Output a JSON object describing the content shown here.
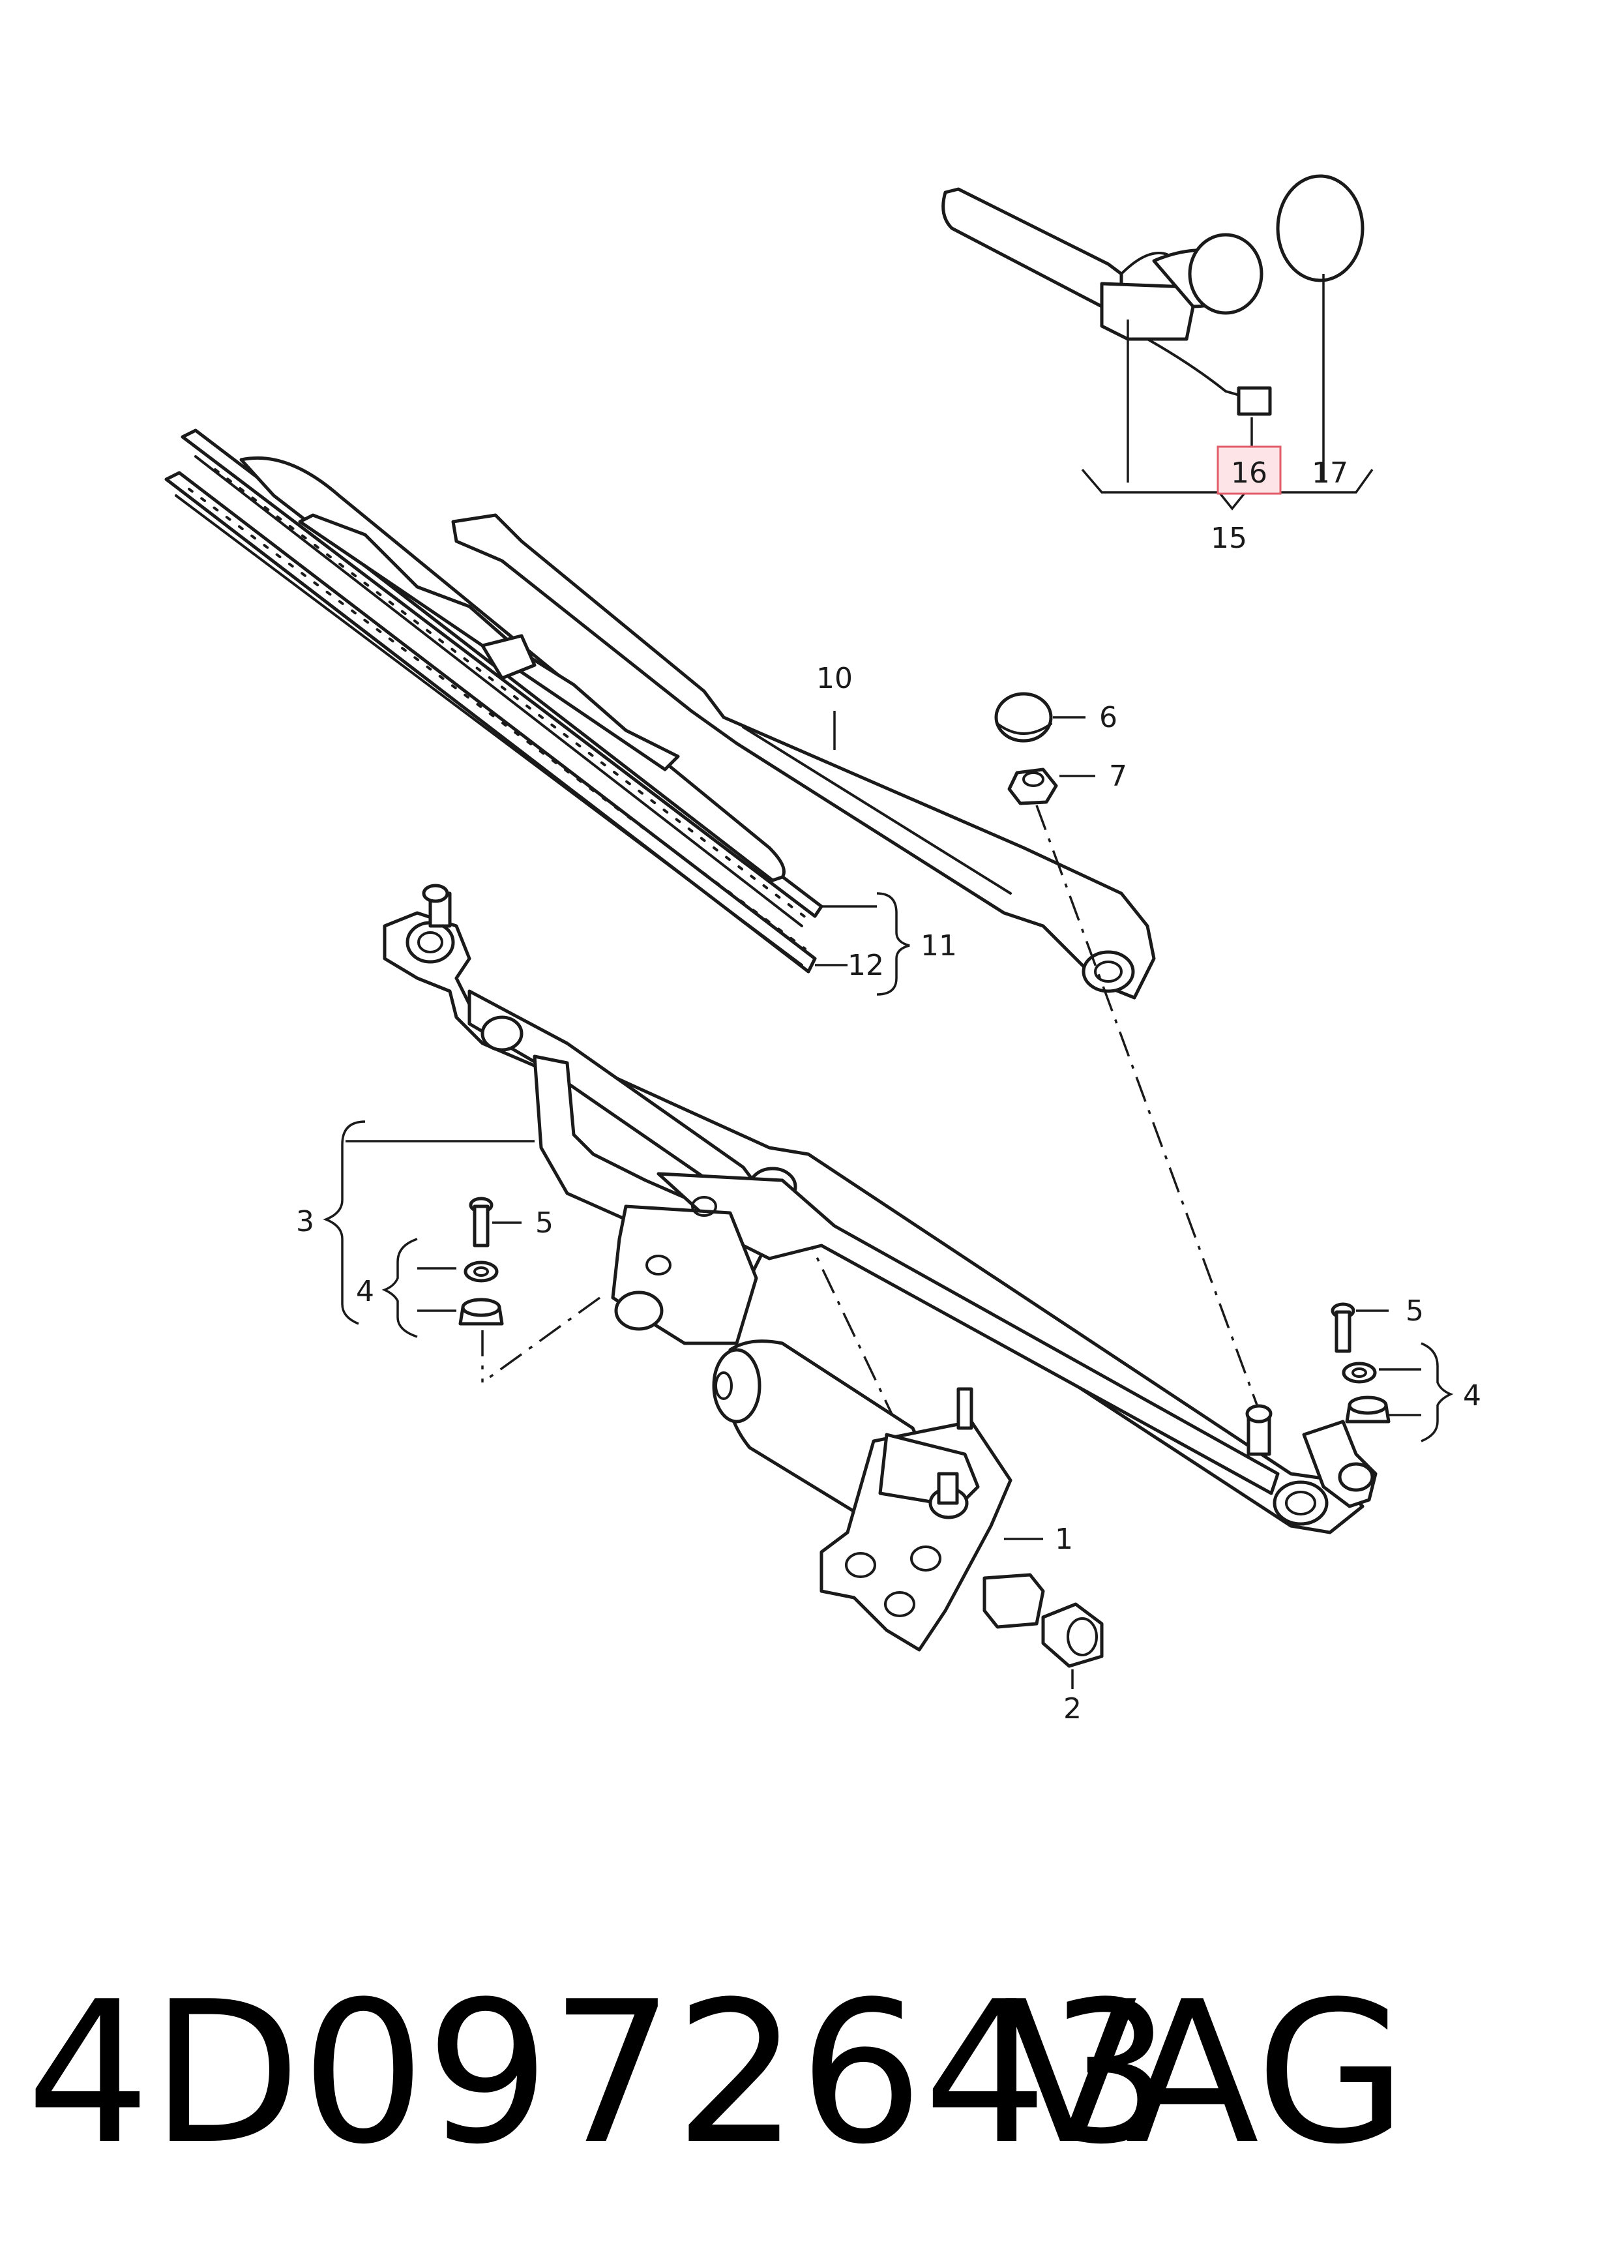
{
  "diagram": {
    "callouts": {
      "c1": "1",
      "c2": "2",
      "c3": "3",
      "c4a": "4",
      "c4b": "4",
      "c5a": "5",
      "c5b": "5",
      "c6": "6",
      "c7": "7",
      "c10": "10",
      "c11": "11",
      "c12": "12",
      "c15": "15",
      "c16": "16",
      "c17": "17"
    },
    "highlighted_callout": "16",
    "colors": {
      "line": "#1a1a1a",
      "highlight_fill": "#fde4e6",
      "highlight_stroke": "#e25c6a"
    }
  },
  "footer": {
    "part_number": "4D0972643",
    "brand": "VAG"
  }
}
